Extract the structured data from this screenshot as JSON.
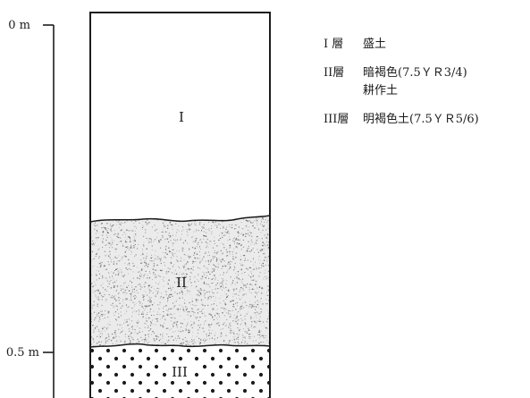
{
  "scale": {
    "top_label": "0 m",
    "bottom_label": "0.5 m"
  },
  "layers": [
    {
      "id": "I",
      "label": "I"
    },
    {
      "id": "II",
      "label": "II"
    },
    {
      "id": "III",
      "label": "III"
    }
  ],
  "legend": [
    {
      "num": "I 層",
      "desc_lines": [
        "盛土"
      ]
    },
    {
      "num": "II層",
      "desc_lines": [
        "暗褐色(7.5ＹＲ3/4)",
        "耕作土"
      ]
    },
    {
      "num": "III層",
      "desc_lines": [
        "明褐色土(7.5ＹＲ5/6)"
      ]
    }
  ],
  "colors": {
    "ink": "#1c1c1c",
    "paper": "#ffffff",
    "layer_ii_fill": "#ebebeb"
  }
}
